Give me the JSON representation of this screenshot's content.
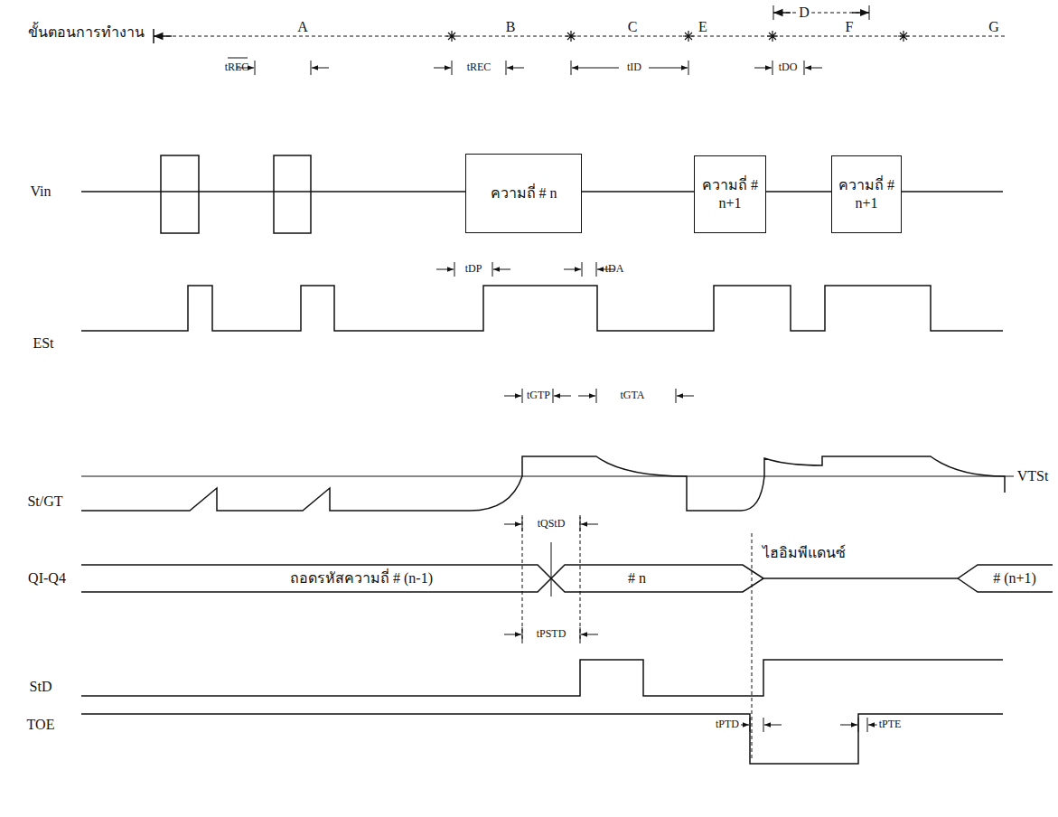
{
  "diagram": {
    "nodes": [
      {
        "text": [
          "ความถี่ # n"
        ]
      },
      {
        "text": [
          "ความถี่ # n+1"
        ]
      },
      {
        "text": [
          "ความถี่ # n+1"
        ]
      }
    ],
    "labels": [
      "ขั้นตอนการทำงาน",
      "A",
      "D",
      "B",
      "C",
      "E",
      "F",
      "G",
      "tREC",
      "tREC",
      "tID",
      "tDO",
      "Vin",
      "tDP",
      "tDA",
      "ESt",
      "tGTP",
      "tGTA",
      "St/GT",
      "VTSt",
      "tQStD",
      "QI-Q4",
      "ถอดรหัสความถี่ # (n-1)",
      "# n",
      "ไฮอิมพีแดนซ์",
      "# (n+1)",
      "tPSTD",
      "StD",
      "tPTD",
      "TOE",
      "tPTE"
    ]
  }
}
